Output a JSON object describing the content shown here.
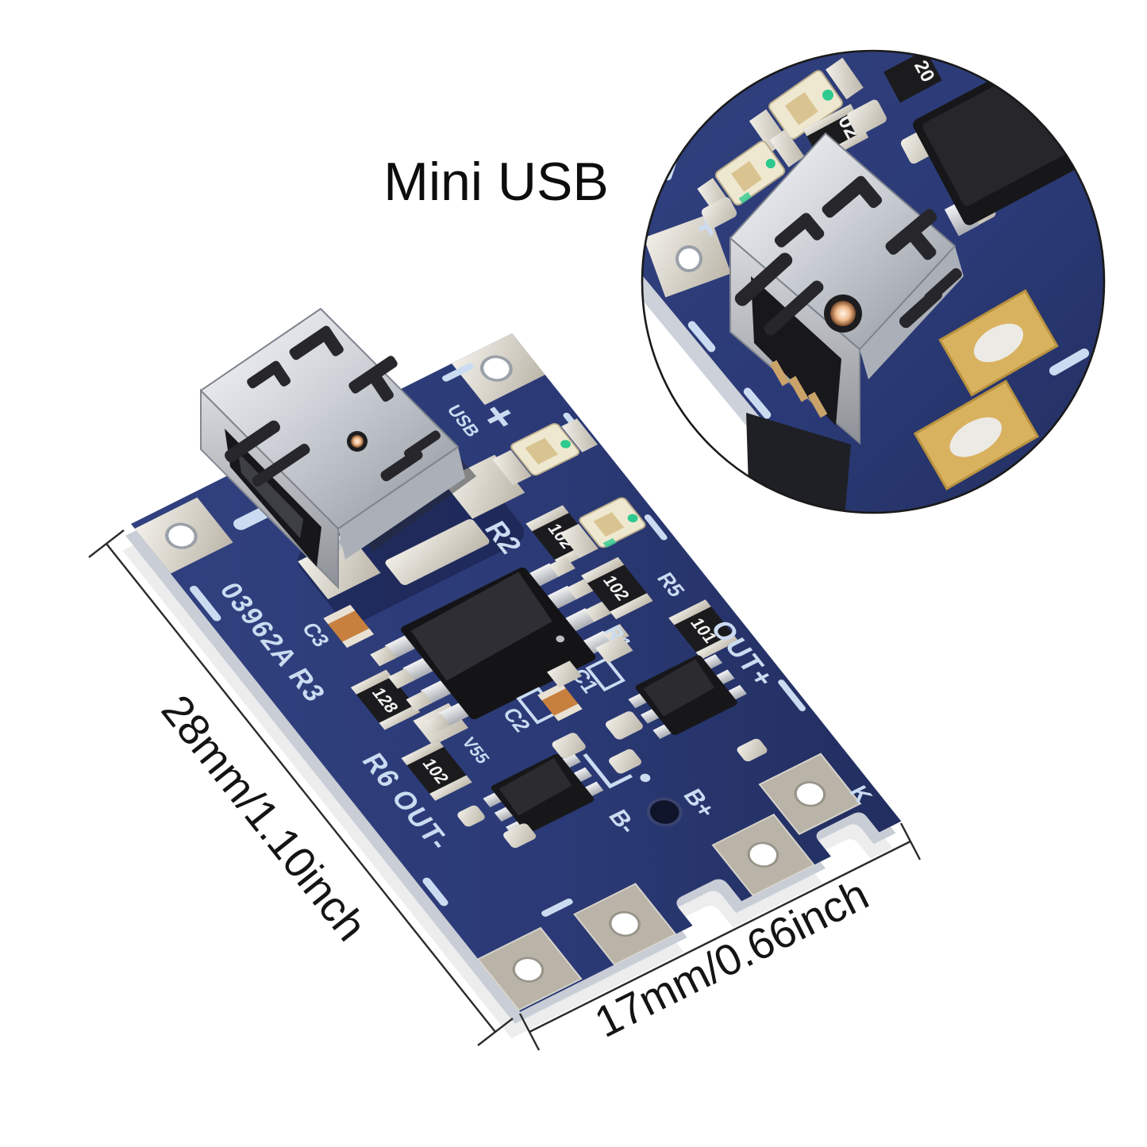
{
  "title": {
    "label": "Mini USB"
  },
  "annotations": {
    "length_label": "28mm/1.10inch",
    "width_label": "17mm/0.66inch"
  },
  "board": {
    "silkscreen": {
      "model_rev": "03962A R3",
      "r6_out_minus": "R6 OUT-",
      "out_plus": "OUT+",
      "b_plus": "B+",
      "b_minus": "B-",
      "k": "K",
      "plus": "+",
      "r2": "R2",
      "r5": "R5",
      "r1": "R1",
      "c1": "C1",
      "c2": "C2",
      "c3": "C3",
      "usb": "USB",
      "v55": "V55"
    },
    "component_markings": {
      "r102": "102",
      "r102b": "102",
      "r102c": "102",
      "r101": "101",
      "r128": "128"
    }
  },
  "inset": {
    "silkscreen_plus": "+",
    "marking_02": "02",
    "marking_20": "20"
  },
  "colors": {
    "pcb_navy": "#2b3a76",
    "silkscreen": "#cbdcf2",
    "metal_shield": "#c7cbd1",
    "tinned_pad": "#d9d4c9",
    "wire_pad": "#b9b3a8",
    "gold_pad": "#d9b25f",
    "led_green": "#2ec98e",
    "orange_cap": "#c8803f",
    "annotation_ink": "#1a1a1a"
  }
}
